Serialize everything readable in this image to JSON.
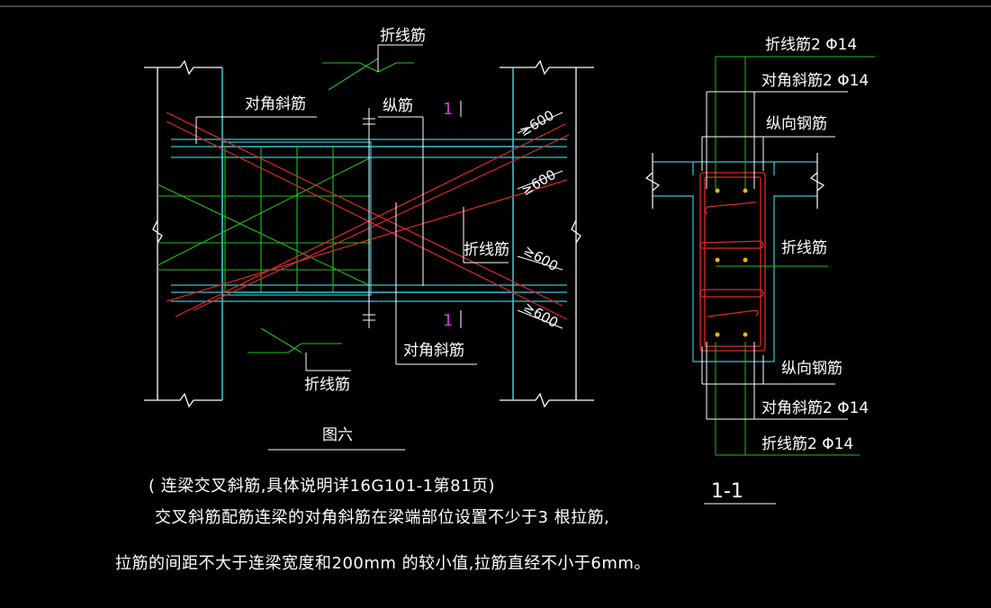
{
  "colors": {
    "background": "#000000",
    "column": "#ffffff",
    "beam": "#35c8d8",
    "diagonal": "#e02828",
    "fold_bar": "#20c020",
    "section_mark": "#d23cd2"
  },
  "left_view": {
    "label_fold_top": "折线筋",
    "label_diag_top": "对角斜筋",
    "label_long": "纵筋",
    "section_mark_top": "1",
    "section_mark_bottom": "1",
    "dim_1": "≥600",
    "dim_2": "≥600",
    "dim_3": "≥600",
    "dim_4": "≥600",
    "label_fold_mid": "折线筋",
    "label_diag_bottom": "对角斜筋",
    "label_fold_bottom": "折线筋",
    "figure_title": "图六"
  },
  "section_view": {
    "top_fold": "折线筋2 Φ14",
    "top_diag": "对角斜筋2 Φ14",
    "top_long": "纵向钢筋",
    "mid_fold": "折线筋",
    "bottom_long": "纵向钢筋",
    "bottom_diag": "对角斜筋2 Φ14",
    "bottom_fold": "折线筋2 Φ14",
    "title": "1-1"
  },
  "notes": {
    "line_1": "( 连梁交叉斜筋,具体说明详16G101-1第81页)",
    "line_2": "交叉斜筋配筋连梁的对角斜筋在梁端部位设置不少于3 根拉筋,",
    "line_3": "拉筋的间距不大于连梁宽度和200mm 的较小值,拉筋直经不小于6mm。"
  }
}
